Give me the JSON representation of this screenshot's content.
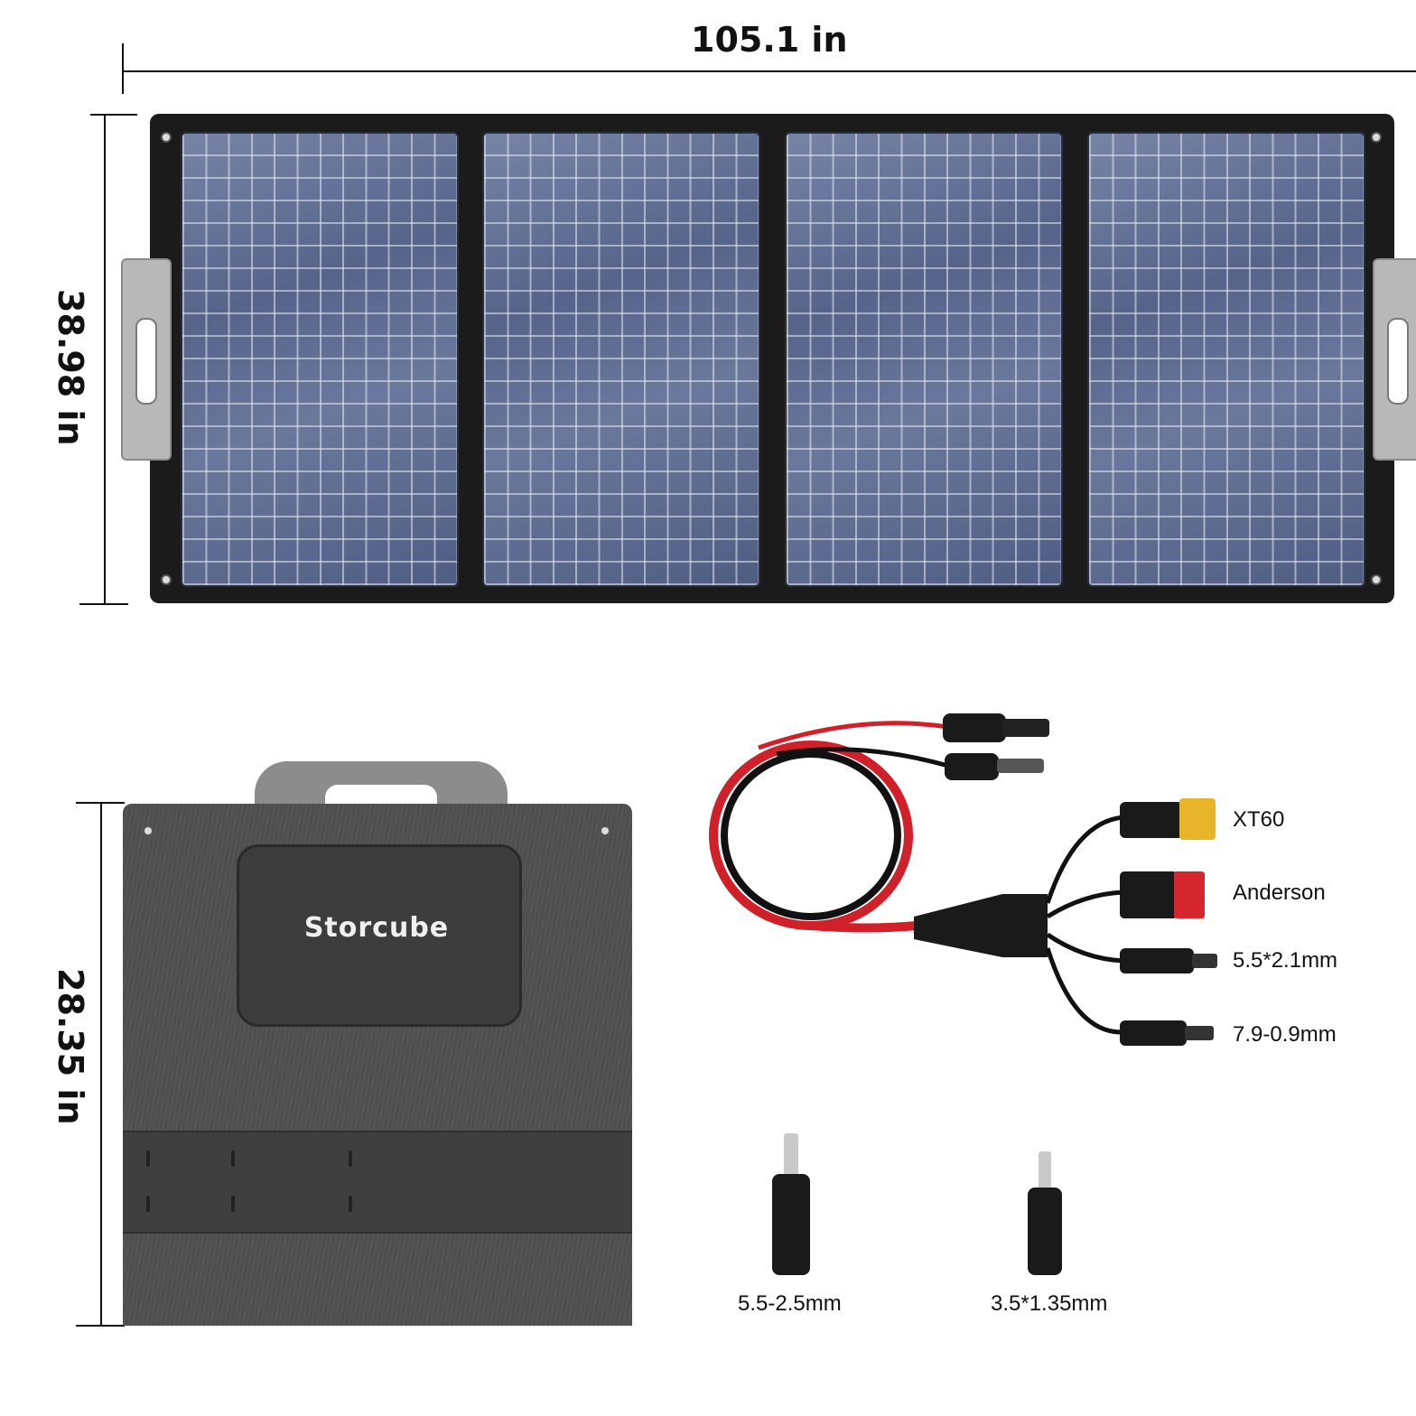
{
  "dimensions": {
    "panel_width": "105.1 in",
    "panel_height": "38.98 in",
    "folded_height": "28.35 in"
  },
  "brand": "Storcube",
  "connectors": {
    "xt60": "XT60",
    "anderson": "Anderson",
    "dc_55_21": "5.5*2.1mm",
    "dc_79_09": "7.9-0.9mm",
    "adapter_55_25": "5.5-2.5mm",
    "adapter_35_135": "3.5*1.35mm"
  },
  "colors": {
    "cable_red": "#d0202a",
    "xt60_yellow": "#e8b52a",
    "anderson_red": "#d4262c"
  }
}
